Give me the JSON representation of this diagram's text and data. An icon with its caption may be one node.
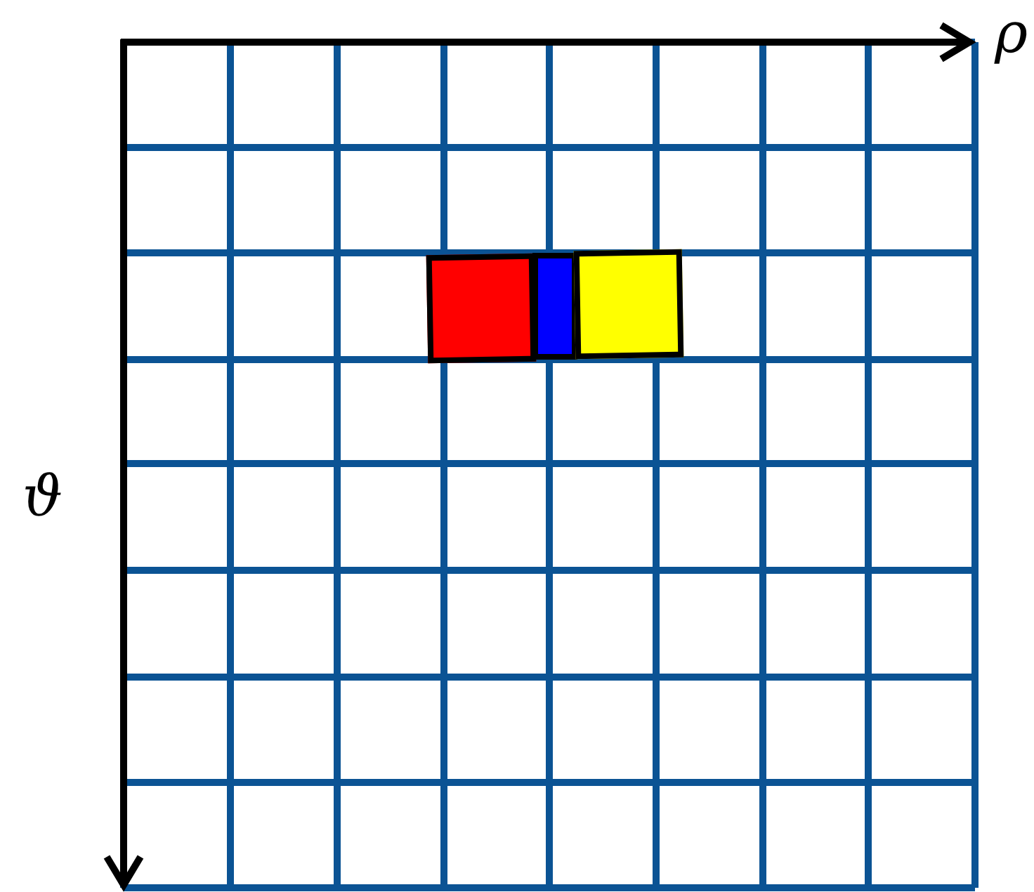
{
  "diagram": {
    "nodes": [
      {
        "text": [],
        "shape": "box"
      },
      {
        "text": [],
        "shape": "box"
      },
      {
        "text": [],
        "shape": "box"
      }
    ],
    "labels": [
      "ρ",
      "ϑ"
    ]
  }
}
